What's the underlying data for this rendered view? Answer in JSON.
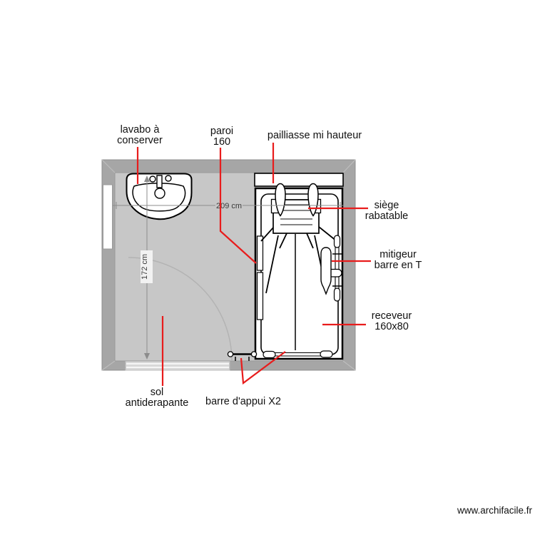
{
  "watermark": {
    "label": "www.archifacile.fr"
  },
  "dimensions": {
    "width": "209 cm",
    "height": "172 cm"
  },
  "annotations": {
    "lavabo": "lavabo à\nconserver",
    "paroi": "paroi\n160",
    "pailliasse": "pailliasse mi hauteur",
    "siege": "siège\nrabatable",
    "mitigeur": "mitigeur\nbarre en T",
    "receveur": "receveur\n160x80",
    "sol": "sol\nantiderapante",
    "barre": "barre d'appui X2"
  },
  "colors": {
    "wall": "#a6a6a6",
    "floor": "#c7c7c7",
    "fixture_outline": "#000000",
    "leader_red": "#e81c1c",
    "dimension_gray": "#8c8c8c",
    "door_arc_gray": "#b3b3b3"
  }
}
